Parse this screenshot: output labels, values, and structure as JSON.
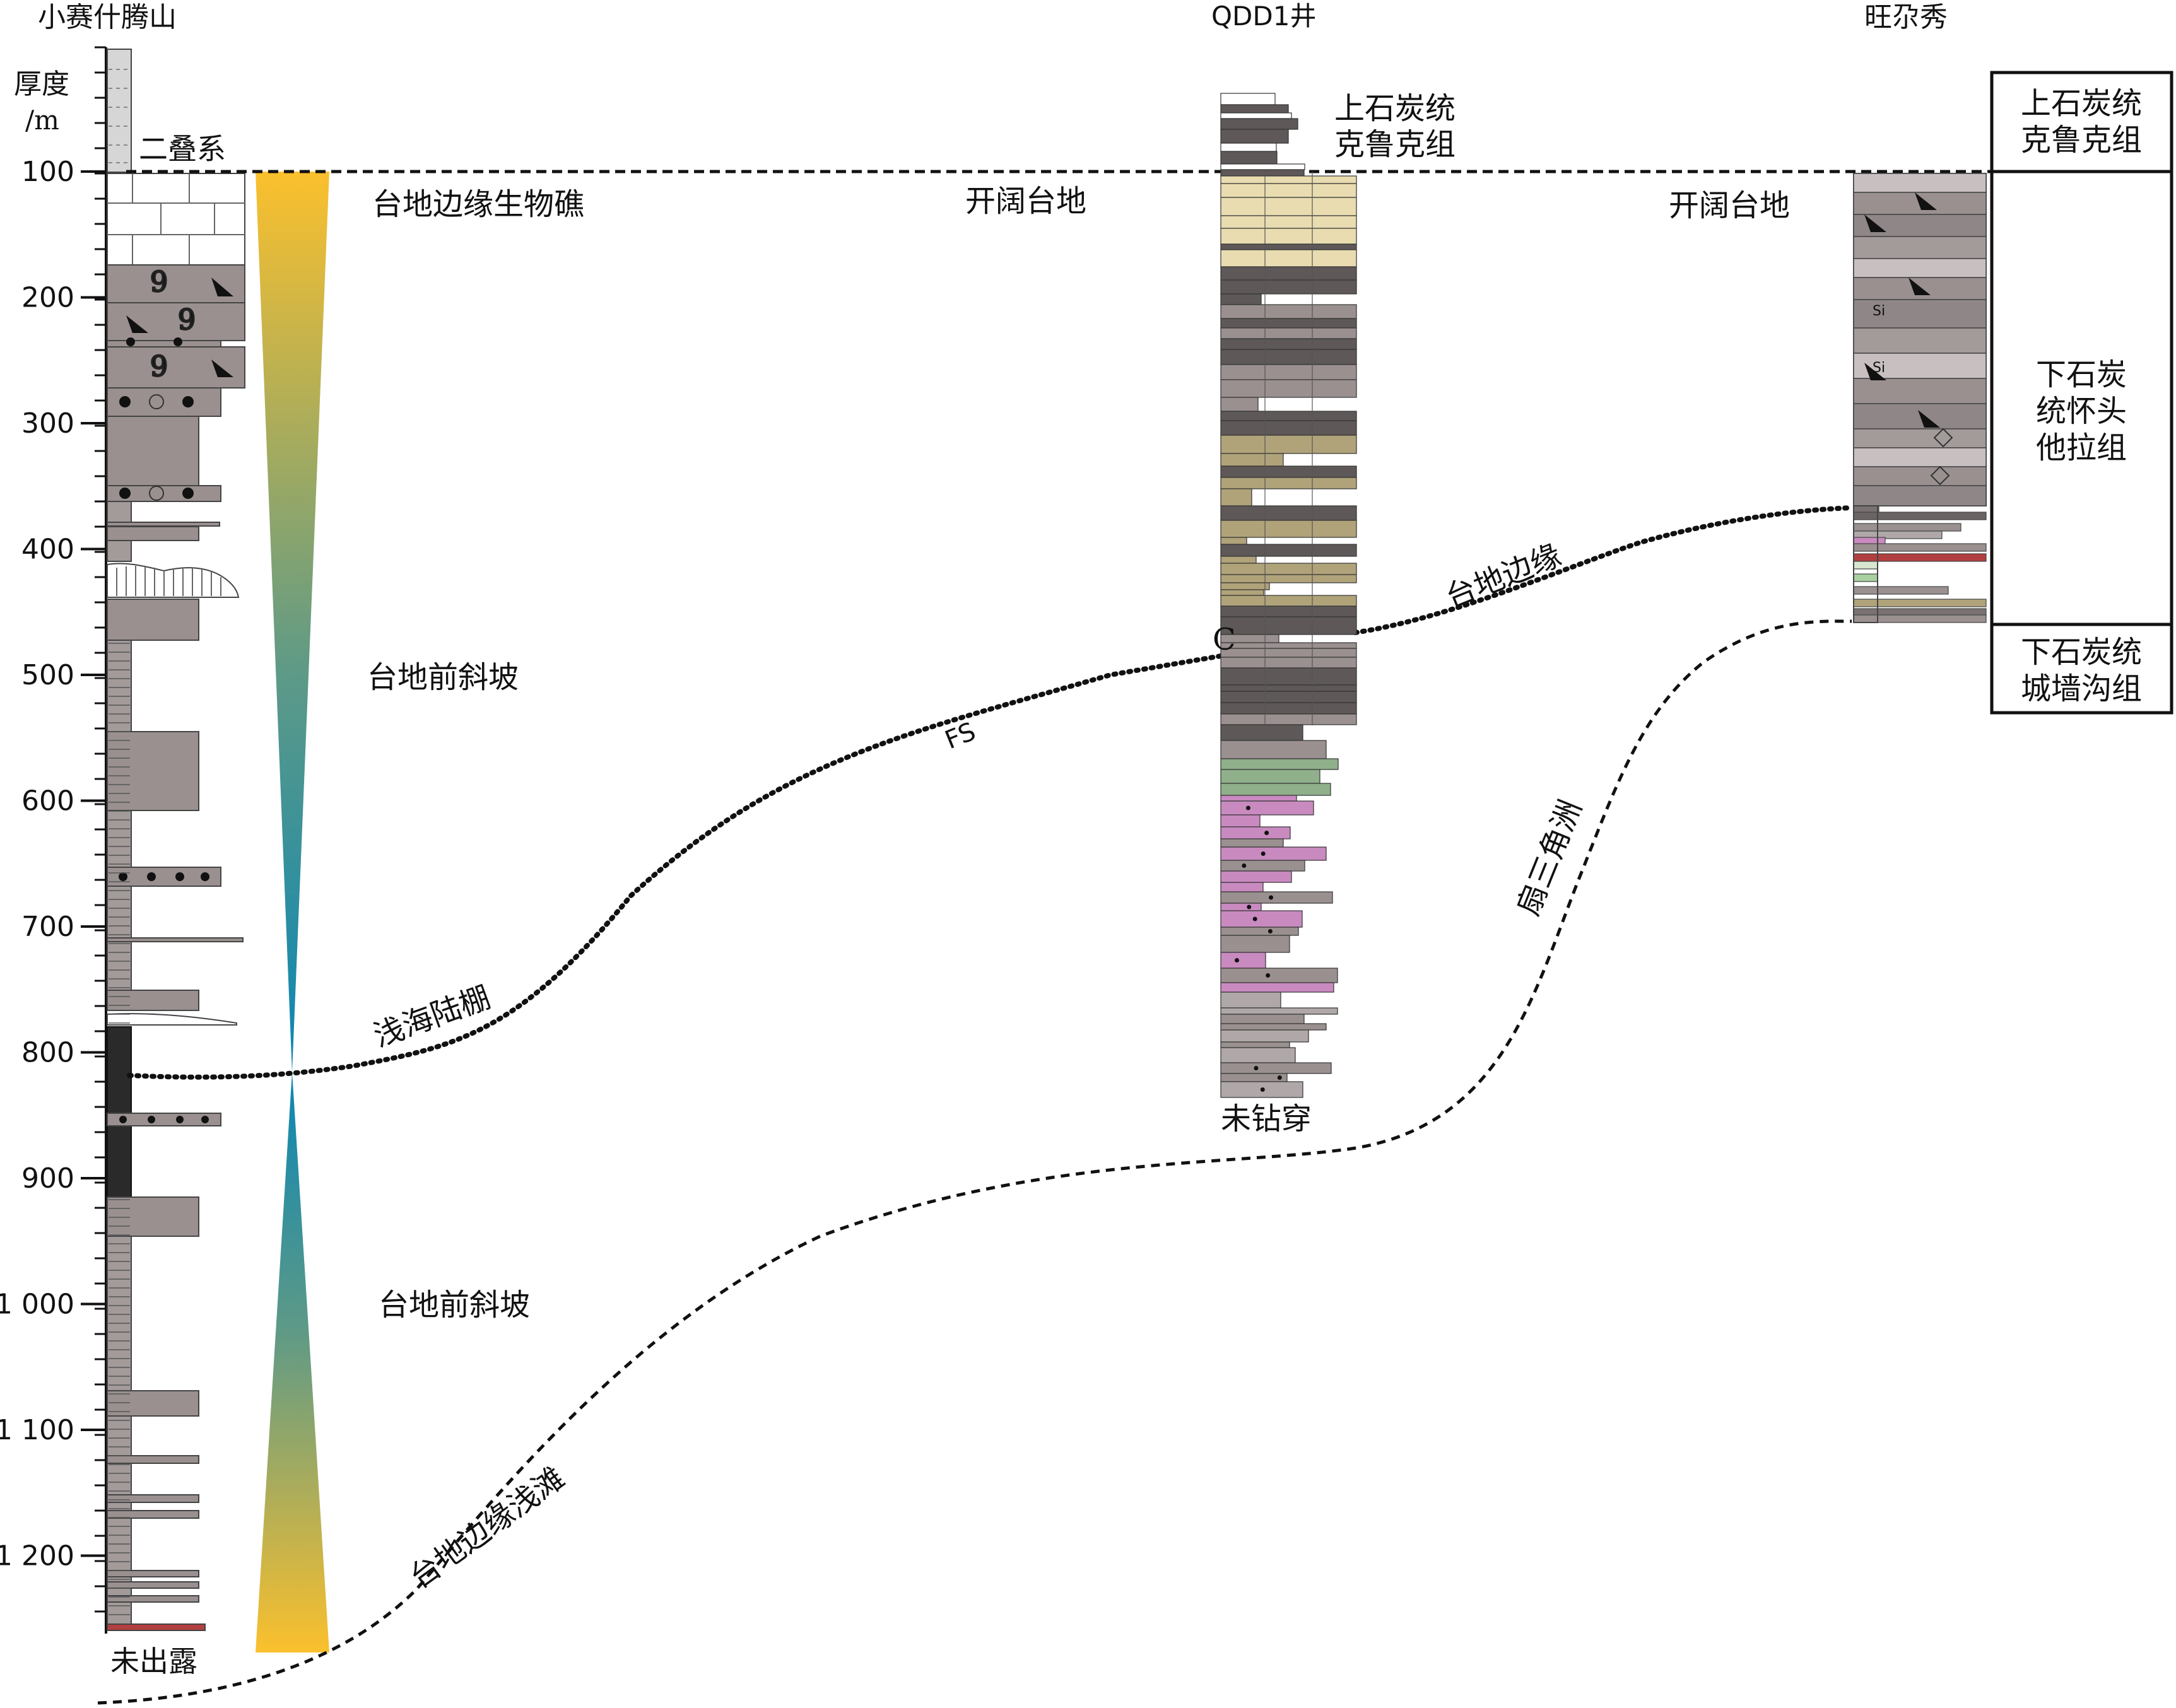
{
  "wells": [
    {
      "id": "xsstsh",
      "name": "小赛什腾山"
    },
    {
      "id": "qdd1",
      "name": "QDD1井"
    },
    {
      "id": "wmx",
      "name": "旺尕秀"
    }
  ],
  "axis": {
    "title_line1": "厚度",
    "title_line2": "/m",
    "ticks": [
      "100",
      "200",
      "300",
      "400",
      "500",
      "600",
      "700",
      "800",
      "900",
      "1 000",
      "1 100",
      "1 200"
    ]
  },
  "left_column_notes": {
    "permian": "二叠系",
    "bottom": "未出露"
  },
  "qdd1_notes": {
    "top_unit_line1": "上石炭统",
    "top_unit_line2": "克鲁克组",
    "marker": "C",
    "bottom": "未钻穿"
  },
  "facies": {
    "reef": "台地边缘生物礁",
    "slope_upper": "台地前斜坡",
    "shelf": "浅海陆棚",
    "slope_lower": "台地前斜坡",
    "shoal": "台地边缘浅滩",
    "open_platform_1": "开阔台地",
    "open_platform_2": "开阔台地",
    "platform_margin": "台地边缘",
    "fs": "FS",
    "fan_delta": "扇三角洲"
  },
  "strat_units": [
    {
      "line1": "上石炭统",
      "line2": "克鲁克组"
    },
    {
      "line1": "下石炭",
      "line2": "统怀头",
      "line3": "他拉组"
    },
    {
      "line1": "下石炭统",
      "line2": "城墙沟组"
    }
  ],
  "colors": {
    "rock_gray": "#9a9090",
    "dark_gray": "#5e5858",
    "khaki": "#b0a37a",
    "cream": "#e8dcb0",
    "pink": "#c98ac0",
    "green": "#8fb08a",
    "mudstone_black": "#2a2a2a",
    "gradient_yellow": "#fbc02d",
    "gradient_blue": "#0a86b4"
  }
}
